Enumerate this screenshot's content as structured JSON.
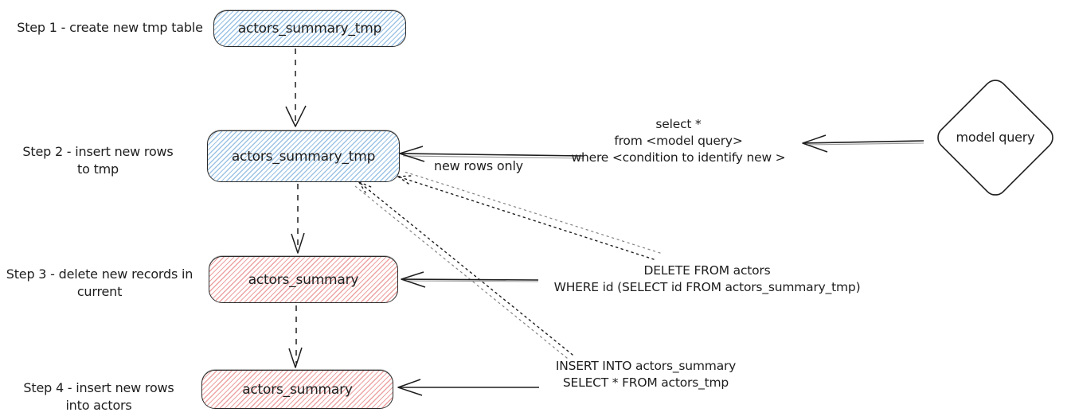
{
  "colors": {
    "stroke": "#1e1e1e",
    "blue_hatch": "#9cc3e5",
    "red_hatch": "#eda3a3",
    "node_fill": "#ffffff"
  },
  "steps": [
    {
      "label": "Step 1 - create new tmp table",
      "table": "actors_summary_tmp",
      "color": "blue"
    },
    {
      "label": "Step 2 - insert new rows\nto tmp",
      "table": "actors_summary_tmp",
      "color": "blue"
    },
    {
      "label": "Step 3 - delete new records in\ncurrent",
      "table": "actors_summary",
      "color": "red"
    },
    {
      "label": "Step 4 - insert new rows\ninto actors",
      "table": "actors_summary",
      "color": "red"
    }
  ],
  "model_query": {
    "label": "model query"
  },
  "annotations": {
    "model_query_sql": "select *\nfrom <model query>\nwhere <condition to identify new >",
    "new_rows_label": "new rows only",
    "delete_sql": "DELETE FROM actors\nWHERE id (SELECT id FROM actors_summary_tmp)",
    "insert_sql": "INSERT INTO actors_summary\nSELECT * FROM actors_tmp"
  }
}
